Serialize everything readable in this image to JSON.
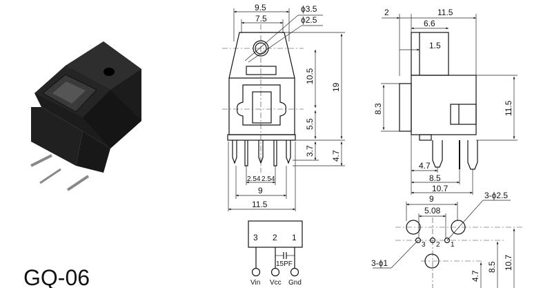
{
  "model_label": "GQ-06",
  "front_view": {
    "width_top": "9.5",
    "width_inner": "7.5",
    "hole_outer": "ϕ3.5",
    "hole_inner": "ϕ2.5",
    "height_upper": "10.5",
    "height_lower": "5.5",
    "pin_length": "3.7",
    "total_height": "19",
    "pin_total": "4.7",
    "pitch_left": "2.54",
    "pitch_right": "2.54",
    "pin_span": "9",
    "base_width": "11.5"
  },
  "side_view": {
    "offset": "2",
    "depth": "11.5",
    "block_depth": "6.6",
    "wall": "1.5",
    "port_height": "8.3",
    "body_height": "11.5",
    "pin1": "4.7",
    "pin2": "8.5",
    "pin3": "10.7"
  },
  "footprint": {
    "span": "9",
    "pitch": "5.08",
    "big_holes": "3-ϕ2.5",
    "small_holes": "3-ϕ1",
    "pin_labels": [
      "3",
      "2",
      "1"
    ],
    "dim_a": "4.7",
    "dim_b": "8.5",
    "dim_c": "10.7"
  },
  "pinout": {
    "numbers": [
      "3",
      "2",
      "1"
    ],
    "capacitor": "15PF",
    "signals": [
      "Vin",
      "Vcc",
      "Gnd"
    ]
  }
}
